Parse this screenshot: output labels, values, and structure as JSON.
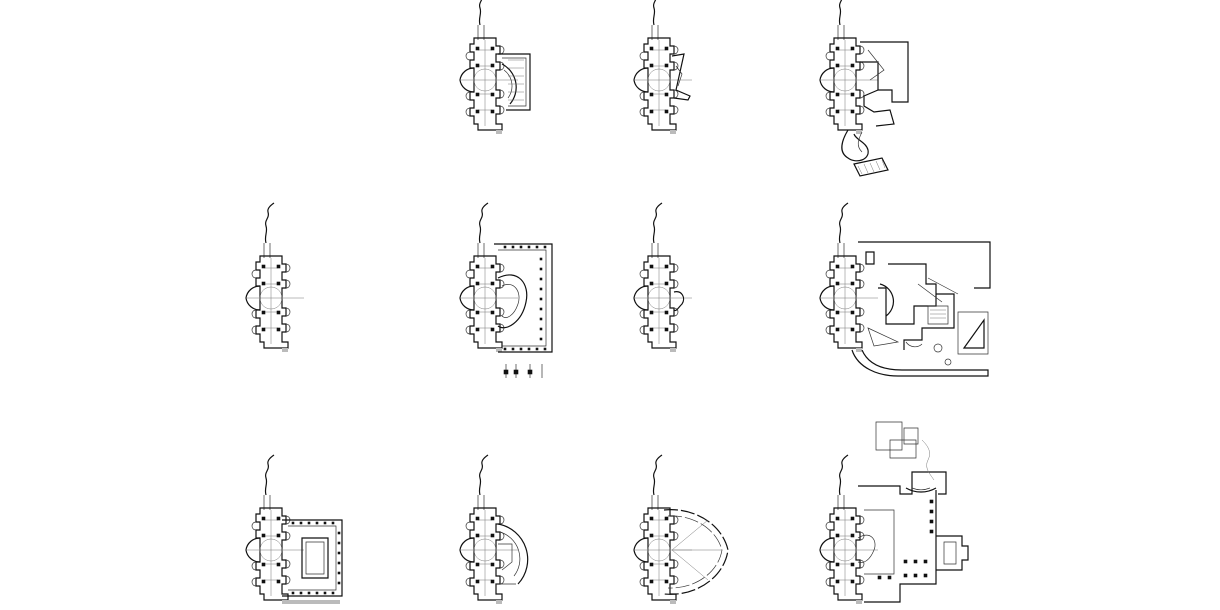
{
  "sheet": {
    "background": "#ffffff",
    "ink": "#111111"
  },
  "plans": [
    {
      "id": "r1c2",
      "row": 1,
      "col": 2,
      "addition": "circular-courtyard-block"
    },
    {
      "id": "r1c3",
      "row": 1,
      "col": 3,
      "addition": "small-wedge-annex"
    },
    {
      "id": "r1c4",
      "row": 1,
      "col": 4,
      "addition": "angular-complex-with-spiral-stair"
    },
    {
      "id": "r2c1",
      "row": 2,
      "col": 1,
      "addition": "none"
    },
    {
      "id": "r2c2",
      "row": 2,
      "col": 2,
      "addition": "columned-hall-with-oval"
    },
    {
      "id": "r2c3",
      "row": 2,
      "col": 3,
      "addition": "small-curved-annex"
    },
    {
      "id": "r2c4",
      "row": 2,
      "col": 4,
      "addition": "large-sprawling-complex"
    },
    {
      "id": "r3c1",
      "row": 3,
      "col": 1,
      "addition": "rectangular-cloister"
    },
    {
      "id": "r3c2",
      "row": 3,
      "col": 2,
      "addition": "quarter-circle-annex"
    },
    {
      "id": "r3c3",
      "row": 3,
      "col": 3,
      "addition": "dashed-semicircular-arcade"
    },
    {
      "id": "r3c4",
      "row": 3,
      "col": 4,
      "addition": "extended-complex-with-hemicycle"
    }
  ]
}
